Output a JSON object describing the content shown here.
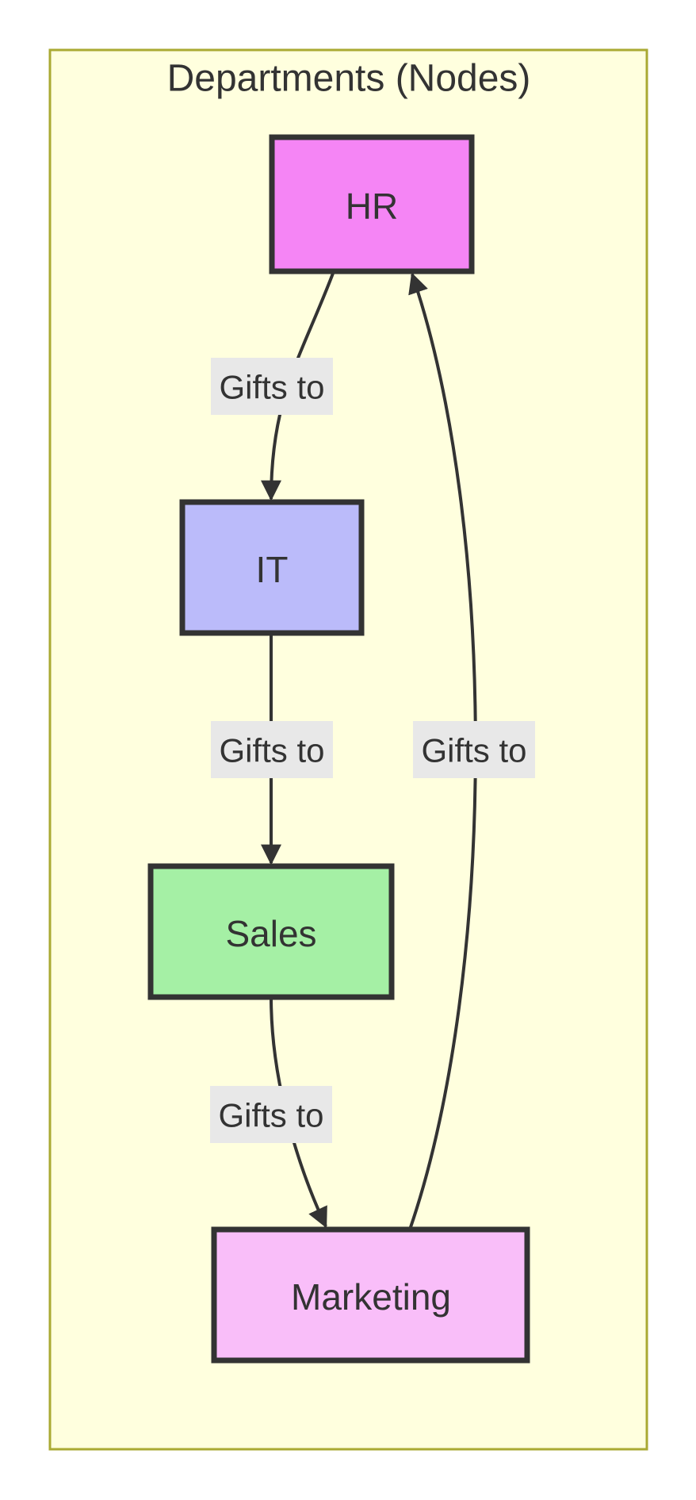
{
  "diagram": {
    "title": "Departments (Nodes)",
    "nodes": [
      {
        "id": "hr",
        "label": "HR",
        "fill": "#f585f5"
      },
      {
        "id": "it",
        "label": "IT",
        "fill": "#bbbbfa"
      },
      {
        "id": "sales",
        "label": "Sales",
        "fill": "#a5f0a5"
      },
      {
        "id": "marketing",
        "label": "Marketing",
        "fill": "#f9bef9"
      }
    ],
    "edges": [
      {
        "from": "HR",
        "to": "IT",
        "label": "Gifts to"
      },
      {
        "from": "IT",
        "to": "Sales",
        "label": "Gifts to"
      },
      {
        "from": "Sales",
        "to": "Marketing",
        "label": "Gifts to"
      },
      {
        "from": "Marketing",
        "to": "HR",
        "label": "Gifts to"
      }
    ],
    "colors": {
      "page_background": "#ffffff",
      "container_fill": "#ffffde",
      "container_border": "#aaaa33",
      "node_border": "#333333",
      "edge_stroke": "#333333",
      "text": "#333333",
      "edge_label_background": "#e8e8e8"
    }
  }
}
